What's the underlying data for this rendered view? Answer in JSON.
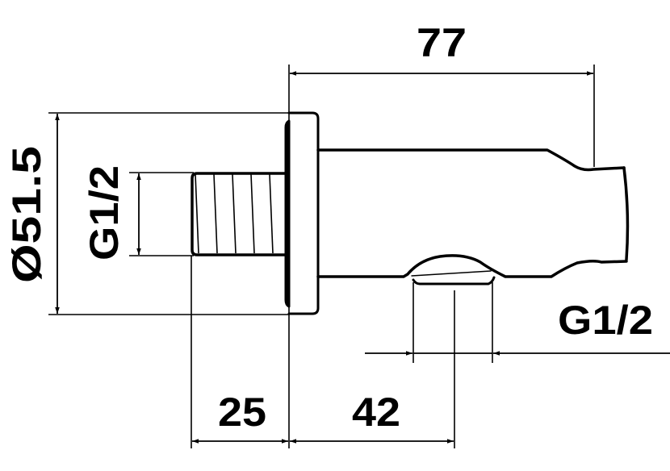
{
  "drawing": {
    "type": "technical-dimension-drawing",
    "subject": "wall-mounted shower outlet elbow with hand-shower holder",
    "line_color": "#000000",
    "background": "#ffffff"
  },
  "dimensions": {
    "overall_length": {
      "label": "77",
      "unit": "mm"
    },
    "flange_diameter": {
      "label": "Ø51.5",
      "unit": "mm"
    },
    "inlet_thread": {
      "label": "G1/2"
    },
    "inlet_thread_length": {
      "label": "25",
      "unit": "mm"
    },
    "outlet_position": {
      "label": "42",
      "unit": "mm"
    },
    "outlet_thread": {
      "label": "G1/2"
    }
  }
}
